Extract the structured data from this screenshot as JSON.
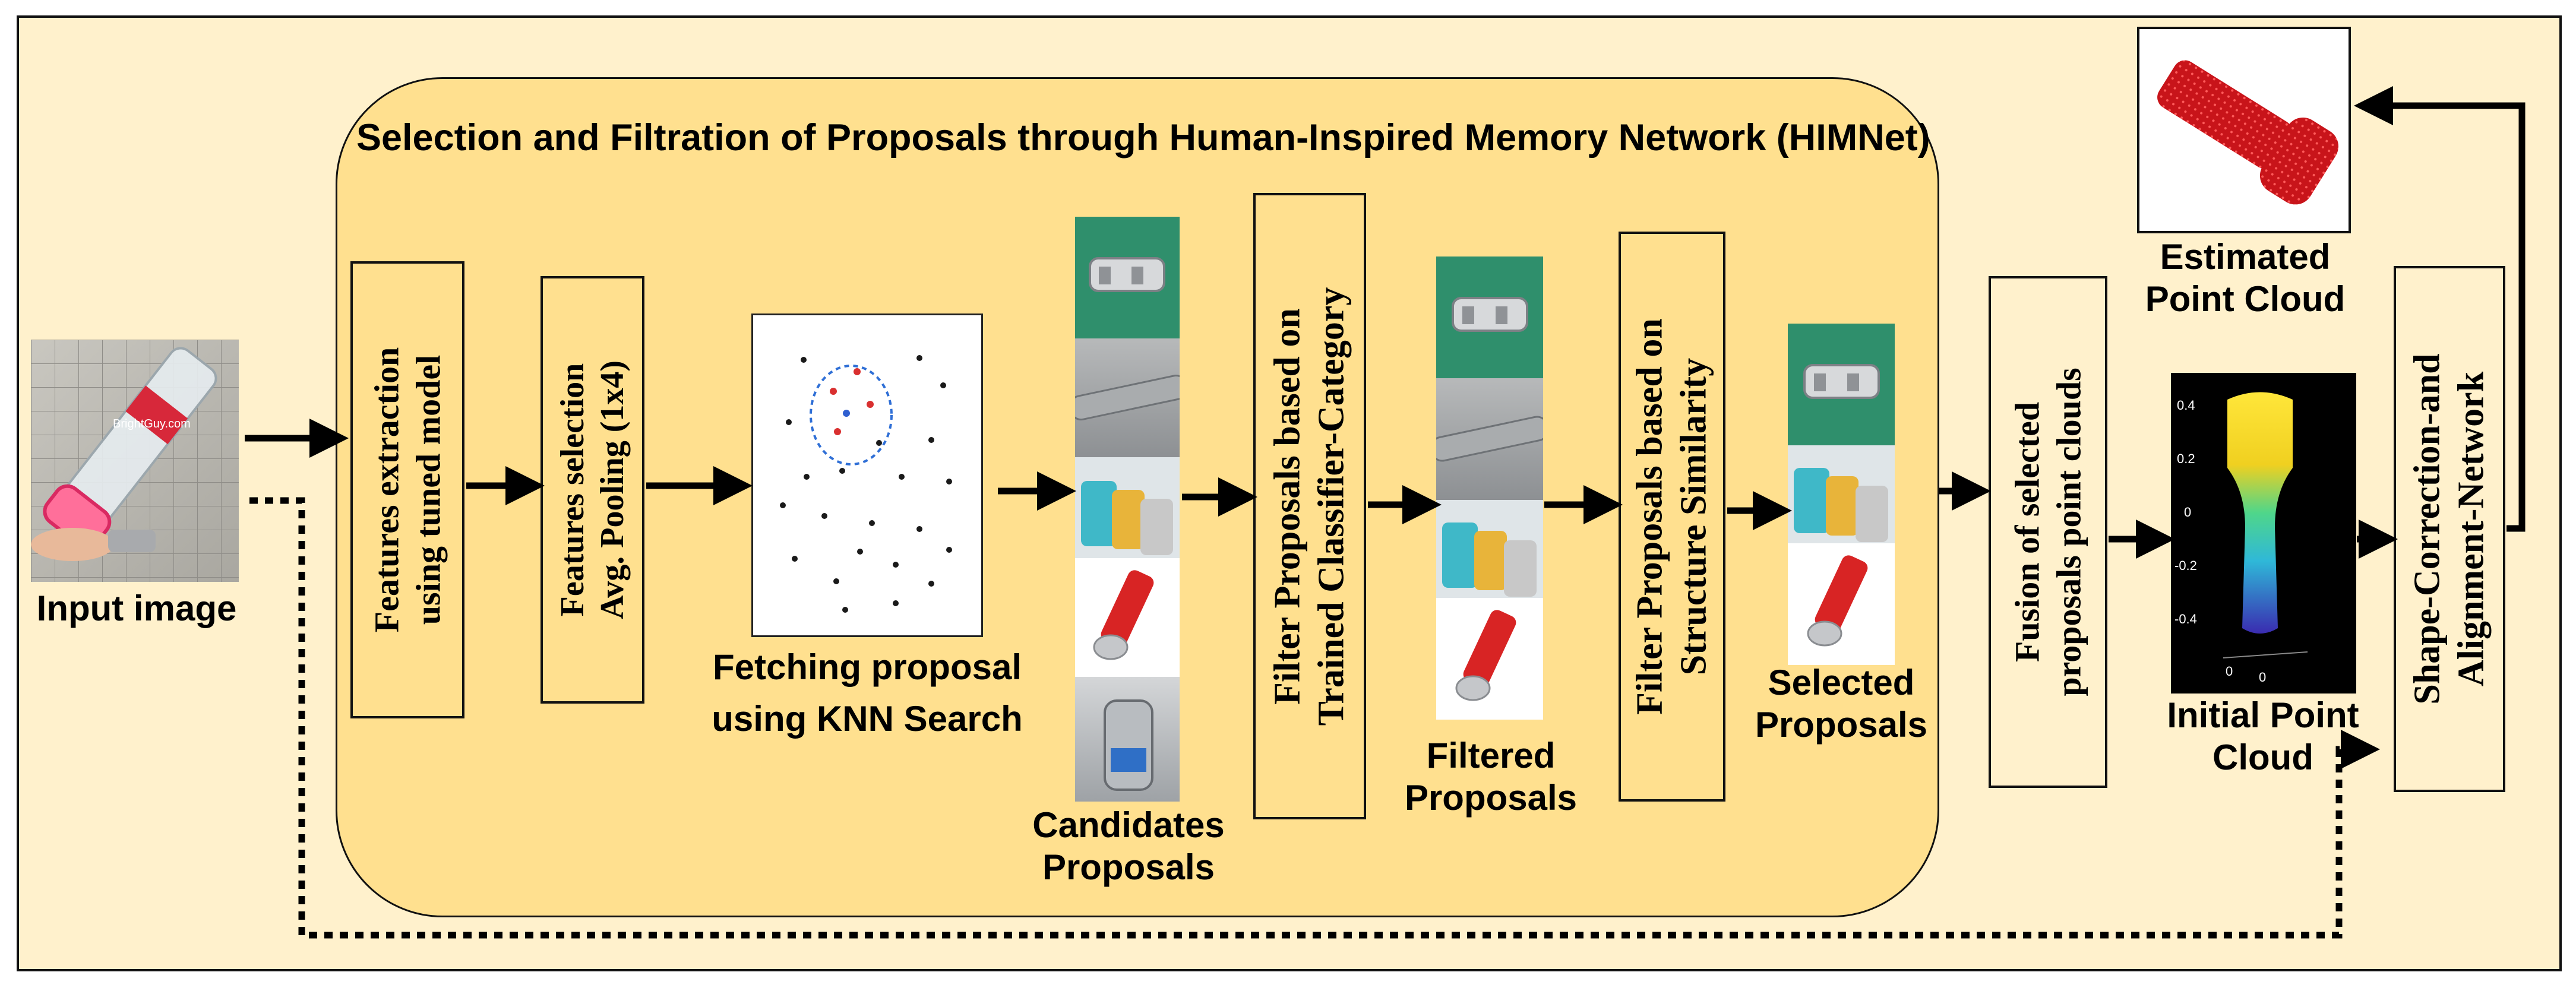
{
  "title": "Selection and Filtration of Proposals through Human-Inspired Memory Network (HIMNet)",
  "input_label": "Input image",
  "features_extraction": [
    "Features extraction",
    "using tuned model"
  ],
  "features_selection": [
    "Features selection",
    "Avg. Pooling (1x4)"
  ],
  "knn_label": [
    "Fetching proposal",
    "using KNN Search"
  ],
  "candidates_label": [
    "Candidates",
    "Proposals"
  ],
  "filter_classifier": [
    "Filter Proposals based on",
    "Trained Classifier-Category"
  ],
  "filtered_label": [
    "Filtered",
    "Proposals"
  ],
  "filter_structure": [
    "Filter Proposals based on",
    "Structure Similarity"
  ],
  "selected_label": [
    "Selected",
    "Proposals"
  ],
  "fusion": [
    "Fusion of selected",
    "proposals point clouds"
  ],
  "initial_label": [
    "Initial Point",
    "Cloud"
  ],
  "shape_correction": [
    "Shape-Correction-and",
    "Alignment-Network"
  ],
  "estimated_label": [
    "Estimated",
    "Point Cloud"
  ],
  "watermark": "BrightGuy.com",
  "heatmap_ticks": [
    "0.4",
    "0.2",
    "0",
    "-0.2",
    "-0.4"
  ],
  "heatmap_xticks": [
    "0",
    "0"
  ]
}
